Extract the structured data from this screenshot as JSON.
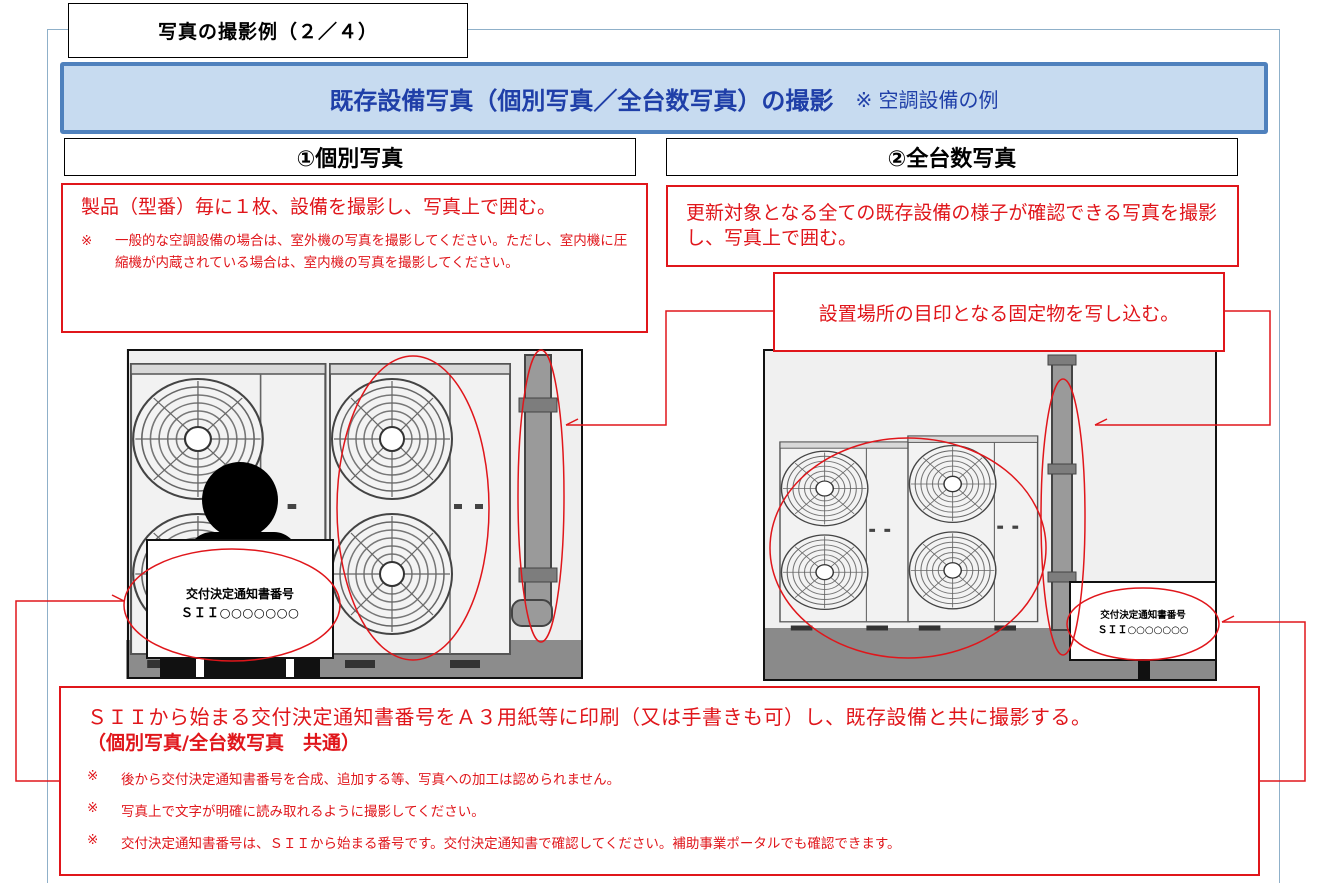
{
  "page_tab": "写真の撮影例（２／４）",
  "banner": {
    "title": "既存設備写真（個別写真／全台数写真）の撮影",
    "note": "※ 空調設備の例"
  },
  "section1": {
    "heading": "①個別写真",
    "main": "製品（型番）毎に１枚、設備を撮影し、写真上で囲む。",
    "note_mark": "※",
    "note": "一般的な空調設備の場合は、室外機の写真を撮影してください。ただし、室内機に圧縮機が内蔵されている場合は、室内機の写真を撮影してください。"
  },
  "section2": {
    "heading": "②全台数写真",
    "main": "更新対象となる全ての既存設備の様子が確認できる写真を撮影し、写真上で囲む。",
    "callout": "設置場所の目印となる固定物を写し込む。"
  },
  "signboard": {
    "title": "交付決定通知書番号",
    "number": "ＳＩＩ○○○○○○○"
  },
  "bottom": {
    "main": "ＳＩＩから始まる交付決定通知書番号をＡ３用紙等に印刷（又は手書きも可）し、既存設備と共に撮影する。",
    "common": "（個別写真/全台数写真　共通）",
    "note_mark": "※",
    "notes": [
      "後から交付決定通知書番号を合成、追加する等、写真への加工は認められません。",
      "写真上で文字が明確に読み取れるように撮影してください。",
      "交付決定通知書番号は、ＳＩＩから始まる番号です。交付決定通知書で確認してください。補助事業ポータルでも確認できます。"
    ]
  },
  "colors": {
    "red": "#e0161b",
    "banner_fill": "#c7dbf0",
    "banner_border": "#4f81bd",
    "banner_text": "#1f3fa8"
  }
}
